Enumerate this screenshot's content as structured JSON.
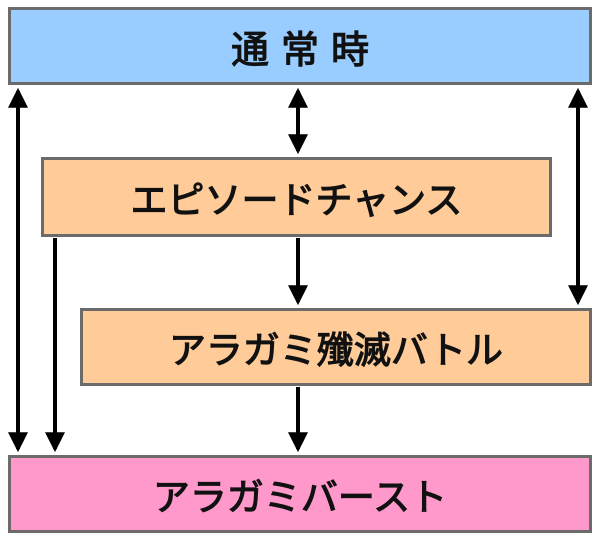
{
  "colors": {
    "normal_fill": "#99ccff",
    "episode_fill": "#ffcc99",
    "battle_fill": "#ffcc99",
    "burst_fill": "#ff99cc",
    "border": "#6b6b6b",
    "arrow": "#000000"
  },
  "states": {
    "normal": "通常時",
    "episode_chance": "エピソードチャンス",
    "aragami_battle": "アラガミ殲滅バトル",
    "aragami_burst": "アラガミバースト"
  }
}
